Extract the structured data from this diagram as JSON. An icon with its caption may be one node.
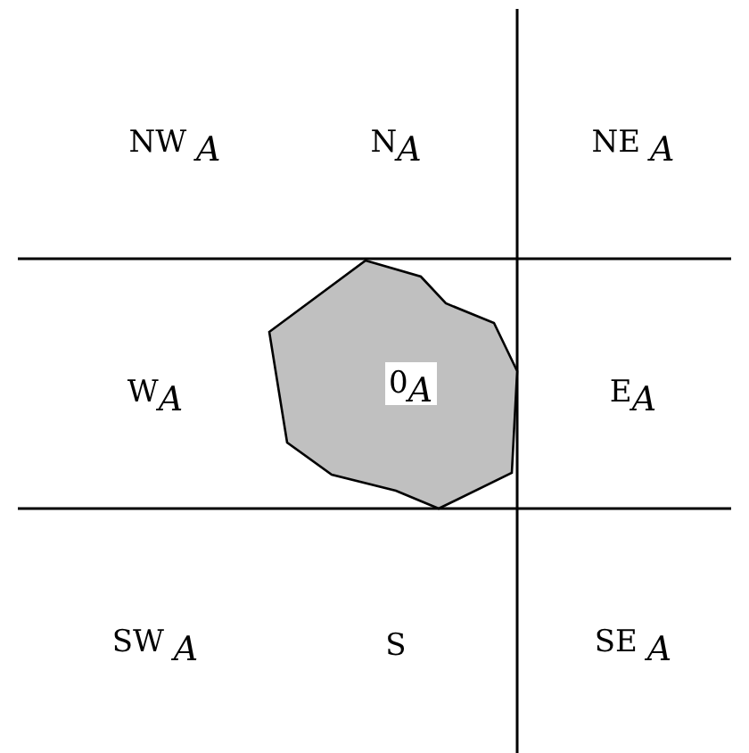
{
  "diagram": {
    "nodes": [
      {
        "text": [
          "0$_{A}$"
        ]
      }
    ],
    "labels": [
      "NW $_{A}$",
      "N$_{A}$",
      "NE $_{A}$",
      "W$_{A}$",
      "E$_{A}$",
      "SW $_{A}$",
      "S",
      "SE $_{A}$"
    ]
  }
}
